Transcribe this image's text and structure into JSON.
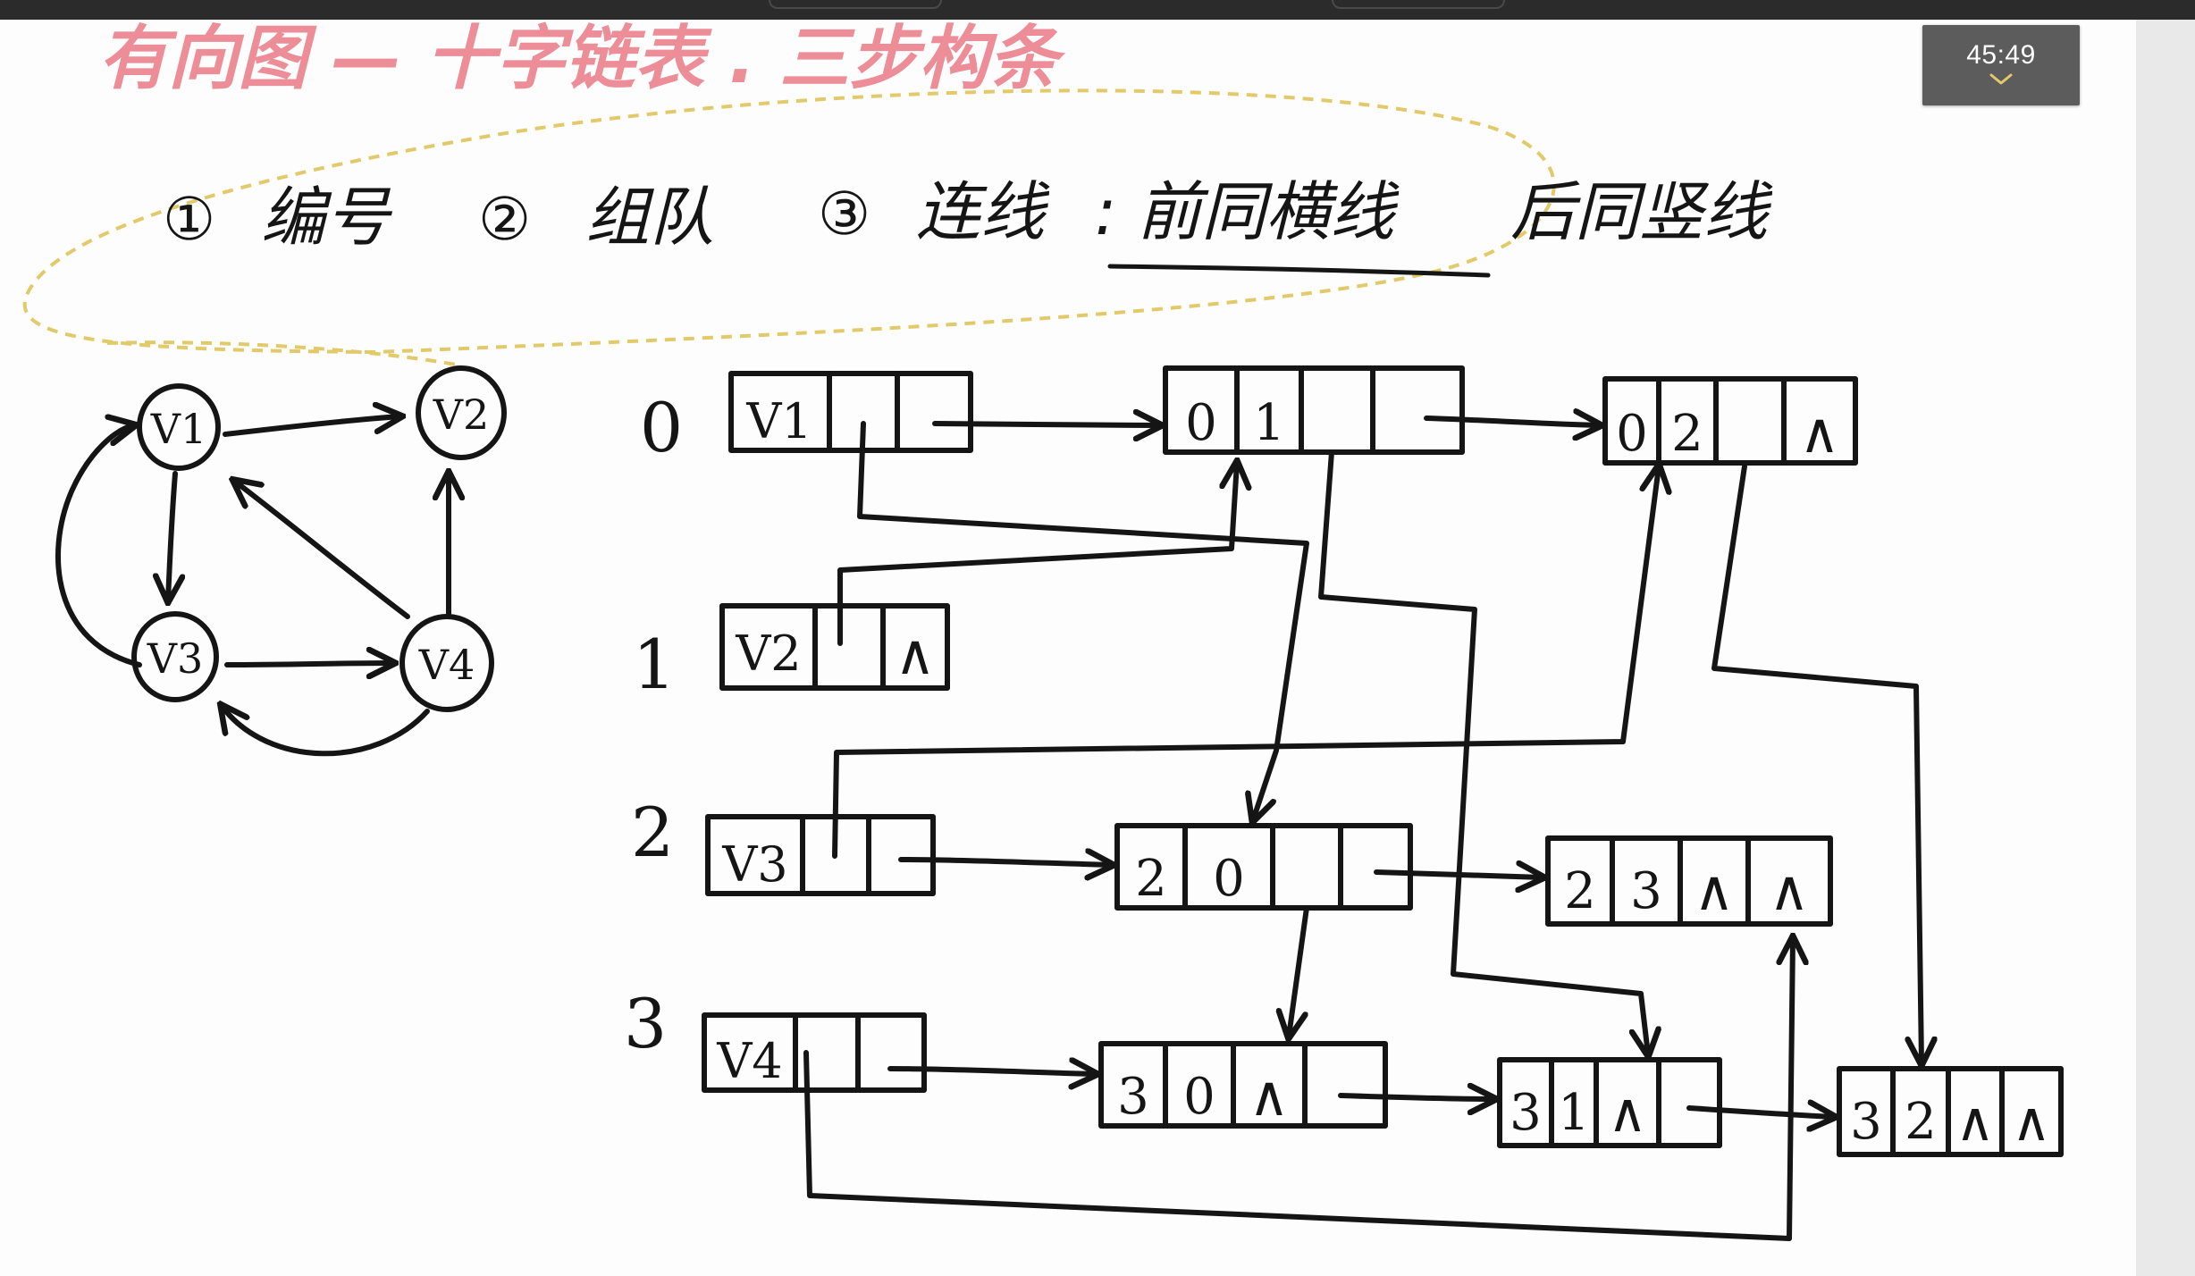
{
  "title": "有向图 — 十字链表 . 三步构条",
  "steps": [
    {
      "num": "①",
      "label": "编号"
    },
    {
      "num": "②",
      "label": "组队"
    },
    {
      "num": "③",
      "label": "连线"
    }
  ],
  "step3_detail_a": ": 前同横线",
  "step3_detail_b": "后同竖线",
  "timer": "45:49",
  "graph": {
    "nodes": [
      "V1",
      "V2",
      "V3",
      "V4"
    ]
  },
  "rows": [
    {
      "index": "0",
      "head": "V1",
      "arcs": [
        [
          "0",
          "1"
        ],
        [
          "0",
          "2"
        ]
      ]
    },
    {
      "index": "1",
      "head": "V2",
      "arcs": []
    },
    {
      "index": "2",
      "head": "V3",
      "arcs": [
        [
          "2",
          "0"
        ],
        [
          "2",
          "3"
        ]
      ]
    },
    {
      "index": "3",
      "head": "V4",
      "arcs": [
        [
          "3",
          "0"
        ],
        [
          "3",
          "1"
        ],
        [
          "3",
          "2"
        ]
      ]
    }
  ],
  "null_mark": "∧",
  "colors": {
    "title": "#ec8d97",
    "highlight": "#e2c96a",
    "ink": "#151515",
    "timer_bg": "#5c5c5c"
  }
}
